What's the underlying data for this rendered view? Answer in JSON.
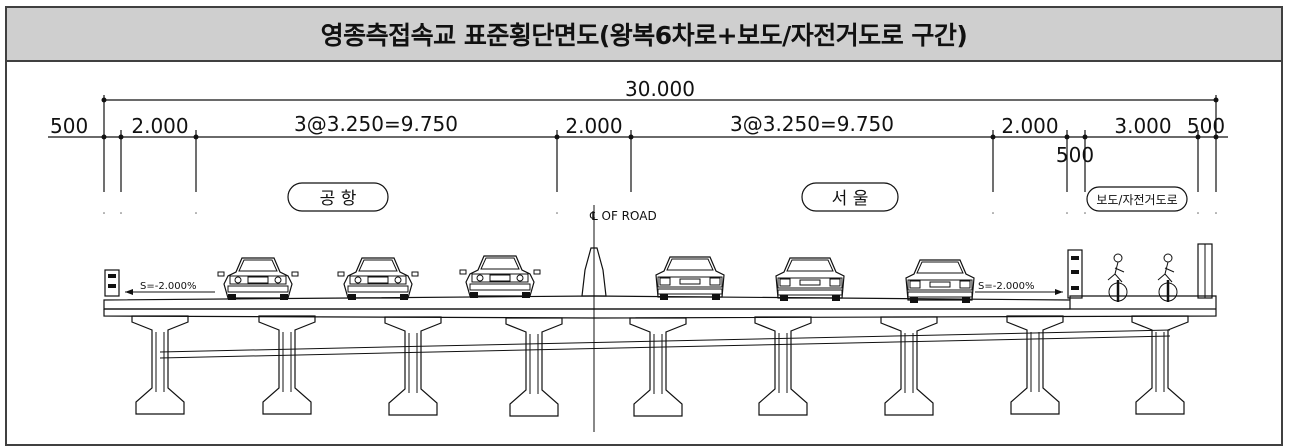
{
  "title": "영종측접속교 표준횡단면도(왕복6차로+보도/자전거도로 구간)",
  "dimensions": {
    "total": "30.000",
    "left_edge": "500",
    "left_shoulder": "2.000",
    "left_lanes": "3@3.250=9.750",
    "median": "2.000",
    "right_lanes": "3@3.250=9.750",
    "right_shoulder": "2.000",
    "sep": "500",
    "sidewalk": "3.000",
    "right_edge": "500"
  },
  "labels": {
    "left_direction": "공 항",
    "right_direction": "서 울",
    "sidewalk": "보도/자전거도로",
    "centerline": "℄ OF ROAD"
  },
  "slopes": {
    "left": "S=-2.000%",
    "right": "S=-2.000%"
  }
}
